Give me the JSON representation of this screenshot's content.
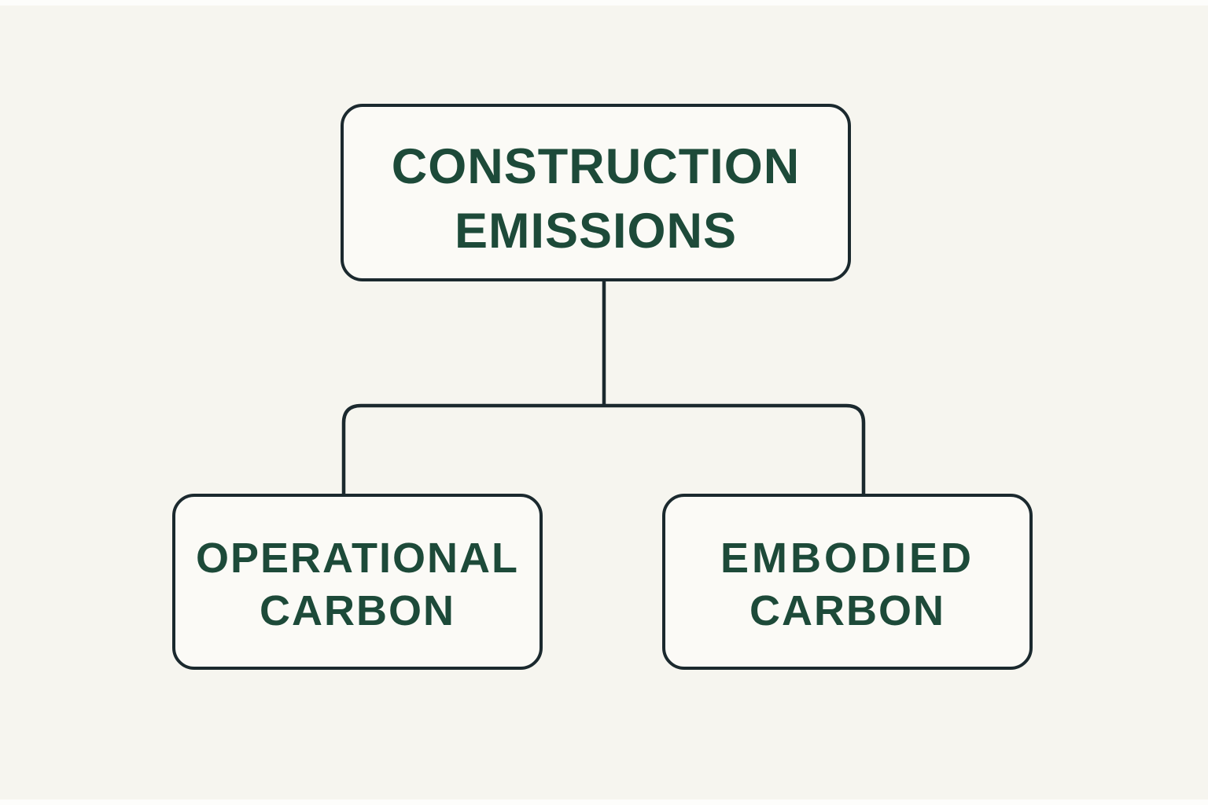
{
  "diagram_type": "hierarchy-flowchart",
  "nodes": [
    {
      "id": "construction-emissions",
      "role": "root",
      "label": "CONSTRUCTION EMISSIONS",
      "line1": "CONSTRUCTION",
      "line2": "EMISSIONS"
    },
    {
      "id": "operational-carbon",
      "role": "child",
      "label": "OPERATIONAL CARBON",
      "line1": "OPERATIONAL",
      "line2": "CARBON"
    },
    {
      "id": "embodied-carbon",
      "role": "child",
      "label": "EMBODIED CARBON",
      "line1": "EMBODIED",
      "line2": "CARBON"
    }
  ],
  "edges": [
    {
      "from": "construction-emissions",
      "to": "operational-carbon"
    },
    {
      "from": "construction-emissions",
      "to": "embodied-carbon"
    }
  ],
  "colors": {
    "background": "#f6f5ef",
    "box_fill": "#fbfaf6",
    "box_border": "#1b292e",
    "text_green": "#1d4a39"
  }
}
